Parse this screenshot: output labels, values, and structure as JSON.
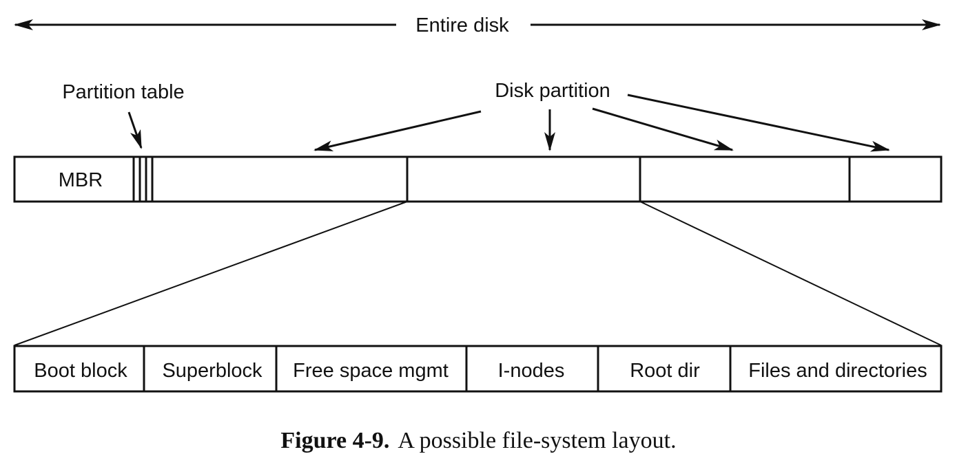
{
  "labels": {
    "entire_disk": "Entire disk",
    "partition_table": "Partition table",
    "disk_partition": "Disk partition",
    "mbr": "MBR"
  },
  "partition_layout": [
    "Boot block",
    "Superblock",
    "Free space mgmt",
    "I-nodes",
    "Root dir",
    "Files and directories"
  ],
  "caption": {
    "number": "Figure 4-9.",
    "text": "A possible file-system layout."
  },
  "colors": {
    "ink": "#111111",
    "background": "#ffffff"
  }
}
